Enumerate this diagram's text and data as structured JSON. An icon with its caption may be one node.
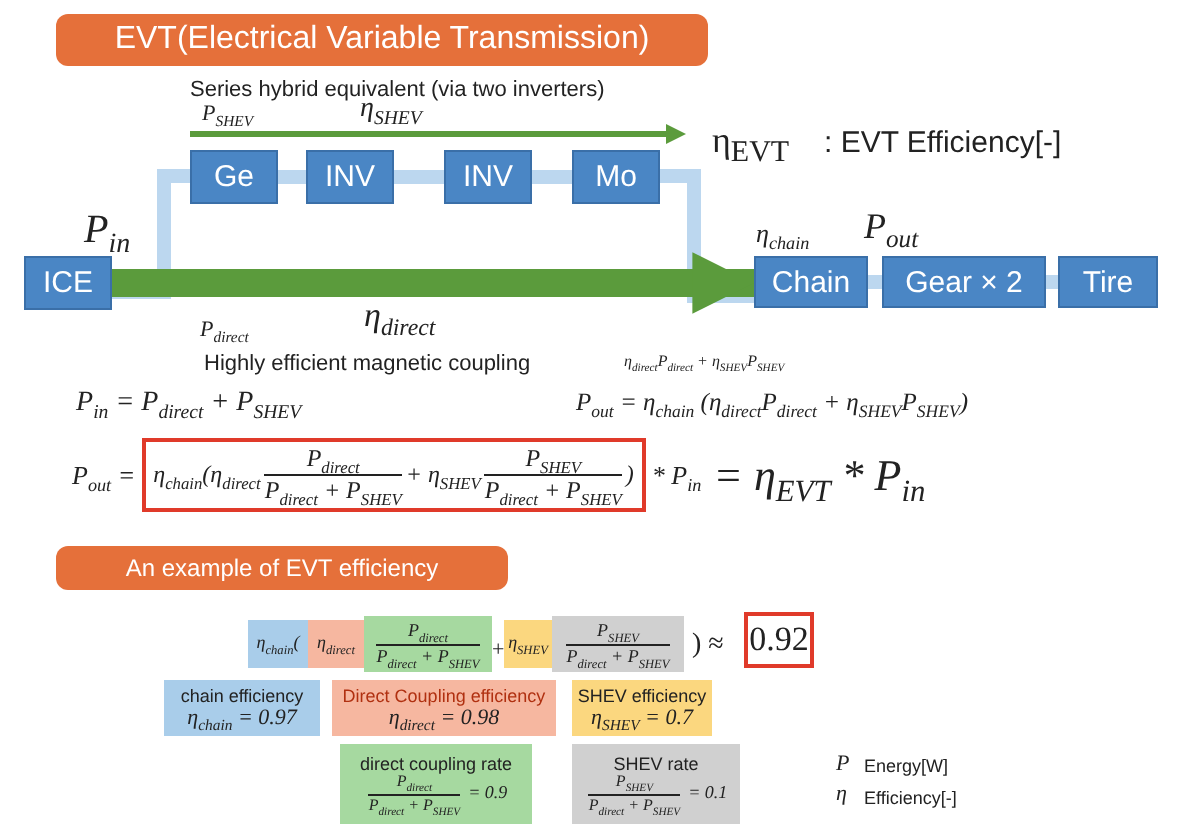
{
  "diagram": {
    "nodes": [
      {
        "text": [
          "EVT(Electrical Variable Transmission)"
        ]
      },
      {
        "text": [
          "ICE"
        ]
      },
      {
        "text": [
          "Ge"
        ]
      },
      {
        "text": [
          "INV"
        ]
      },
      {
        "text": [
          "INV"
        ]
      },
      {
        "text": [
          "Mo"
        ]
      },
      {
        "text": [
          "Chain"
        ]
      },
      {
        "text": [
          "Gear × 2"
        ]
      },
      {
        "text": [
          "Tire"
        ]
      },
      {
        "text": [
          "An example of EVT efficiency"
        ]
      },
      {
        "text": [
          "η$_{chain}$("
        ]
      },
      {
        "text": [
          "η$_{direct}$"
        ]
      },
      {
        "text": [
          "P$_{direct}$",
          "P$_{direct}$ + P$_{SHEV}$"
        ]
      },
      {
        "text": [
          "η$_{SHEV}$"
        ]
      },
      {
        "text": [
          "P$_{SHEV}$",
          "P$_{direct}$ + P$_{SHEV}$"
        ]
      },
      {
        "text": [
          "0.92"
        ]
      },
      {
        "text": [
          "chain efficiency",
          "η$_{chain}$ = 0.97"
        ]
      },
      {
        "text": [
          "Direct Coupling efficiency",
          "η$_{direct}$ = 0.98"
        ]
      },
      {
        "text": [
          "SHEV efficiency",
          "η$_{SHEV}$ = 0.7"
        ]
      },
      {
        "text": [
          "direct coupling rate",
          "P$_{direct}$",
          "P$_{direct}$ + P$_{SHEV}$",
          "= 0.9"
        ]
      },
      {
        "text": [
          "SHEV rate",
          "P$_{SHEV}$",
          "P$_{direct}$ + P$_{SHEV}$",
          "= 0.1"
        ]
      }
    ],
    "edges": [
      {
        "from": 1,
        "to": 2,
        "arrow": "none"
      },
      {
        "from": 2,
        "to": 3,
        "arrow": "none"
      },
      {
        "from": 3,
        "to": 4,
        "arrow": "none"
      },
      {
        "from": 4,
        "to": 5,
        "arrow": "none"
      },
      {
        "from": 5,
        "to": 6,
        "arrow": "none"
      },
      {
        "from": 6,
        "to": 7,
        "arrow": "none"
      },
      {
        "from": 7,
        "to": 8,
        "arrow": "none"
      },
      {
        "from": 1,
        "to": 6,
        "arrow": "to",
        "style": "thick",
        "color": "#5b9b3c"
      }
    ],
    "labels": [
      "Series hybrid equivalent (via two inverters)",
      "P$_{SHEV}$",
      "η$_{SHEV}$",
      "η$_{EVT}$",
      ": EVT Efficiency[-]",
      "P$_{in}$",
      "η$_{chain}$",
      "P$_{out}$",
      "P$_{direct}$",
      "η$_{direct}$",
      "Highly efficient magnetic coupling",
      "η$_{direct}$P$_{direct}$ + η$_{SHEV}$P$_{SHEV}$",
      "P$_{in}$ = P$_{direct}$ + P$_{SHEV}$",
      "P$_{out}$ = η$_{chain}$ (η$_{direct}$P$_{direct}$ + η$_{SHEV}$P$_{SHEV}$)",
      "P$_{out}$ =",
      "η$_{chain}$(η$_{direct}$",
      "P$_{direct}$",
      "P$_{direct}$ + P$_{SHEV}$",
      "+ η$_{SHEV}$",
      "P$_{SHEV}$",
      "P$_{direct}$ + P$_{SHEV}$",
      ")",
      "* P$_{in}$",
      "= η$_{EVT}$ * P$_{in}$",
      "+",
      ") ≈",
      "P",
      "Energy[W]",
      "η",
      "Efficiency[-]"
    ]
  }
}
